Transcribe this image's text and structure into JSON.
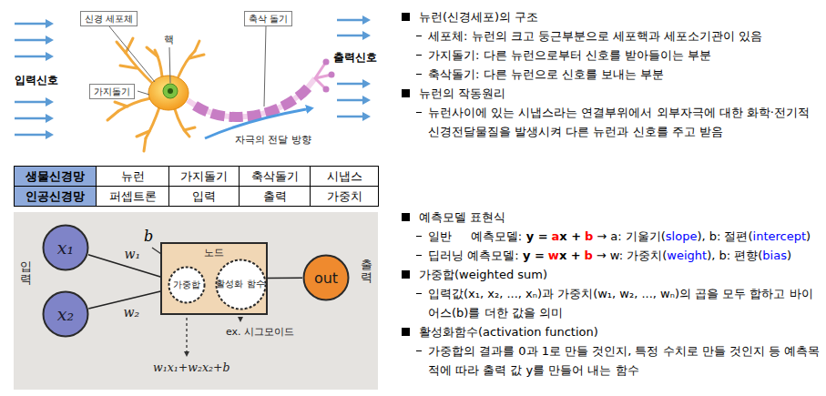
{
  "diagram": {
    "nodes": [
      {
        "text": [
          "신경 세포체"
        ]
      },
      {
        "text": [
          "축삭 돌기"
        ]
      },
      {
        "text": [
          "가지돌기"
        ]
      },
      {
        "text": [
          "x₁"
        ]
      },
      {
        "text": [
          "노드"
        ]
      },
      {
        "text": [
          "가중합"
        ],
        "in": 4
      },
      {
        "text": [
          "활성화 함수"
        ],
        "in": 4
      },
      {
        "text": [
          "out"
        ]
      },
      {
        "text": [
          "x₂"
        ]
      }
    ],
    "edges": [
      {
        "from": 3,
        "to": 5,
        "label": "w₁",
        "arrow": "none"
      },
      {
        "from": 8,
        "to": 5,
        "label": "w₂",
        "arrow": "none"
      },
      {
        "from": 5,
        "to": 6,
        "arrow": "to"
      },
      {
        "from": 4,
        "to": 7,
        "arrow": "none"
      }
    ],
    "labels": [
      "핵",
      "입력신호",
      "출력신호",
      "자극의 전달 방향",
      "생물신경망",
      "뉴런",
      "가지돌기",
      "축삭돌기",
      "시냅스",
      "인공신경망",
      "퍼셉트론",
      "입력",
      "출력",
      "가중치",
      "b",
      "입력",
      "출력",
      "ex. 시그모이드",
      "w₁x₁+w₂x₂+b",
      "뉴런(신경세포)의 구조",
      "세포체: 뉴런의 크고 둥근부분으로 세포핵과 세포소기관이 있음",
      "가지돌기: 다른 뉴런으로부터 신호를 받아들이는 부분",
      "축삭돌기: 다른 뉴런으로 신호를 보내는 부분",
      "뉴런의 작동원리",
      "뉴런사이에 있는 시냅스라는 연결부위에서 외부자극에 대한 화학·전기적 신경전달물질을 발생시켜 다른 뉴런과 신호를 주고 받음",
      "예측모델 표현식",
      "일반",
      "예측모델:",
      "y =",
      "a",
      "x +",
      "b",
      "→ a: 기울기(",
      "slope",
      "), b: 절편(",
      "intercept",
      ")",
      "딥러닝 예측모델:",
      "y =",
      "w",
      "x +",
      "b",
      "→ w: 가중치(",
      "weight",
      "), b: 편향(",
      "bias",
      ")",
      "가중합(weighted sum)",
      "입력값(x₁, x₂, ..., xₙ)과 가중치(w₁, w₂, ..., wₙ)의 곱을 모두 합하고 바이어스(b)를 더한 값을 의미",
      "활성화함수(activation function)",
      "가중합의 결과를 0과 1로 만들 것인지, 특정 수치로 만들 것인지 등 예측목적에 따라 출력 값 y를 만들어 내는 함수"
    ]
  }
}
